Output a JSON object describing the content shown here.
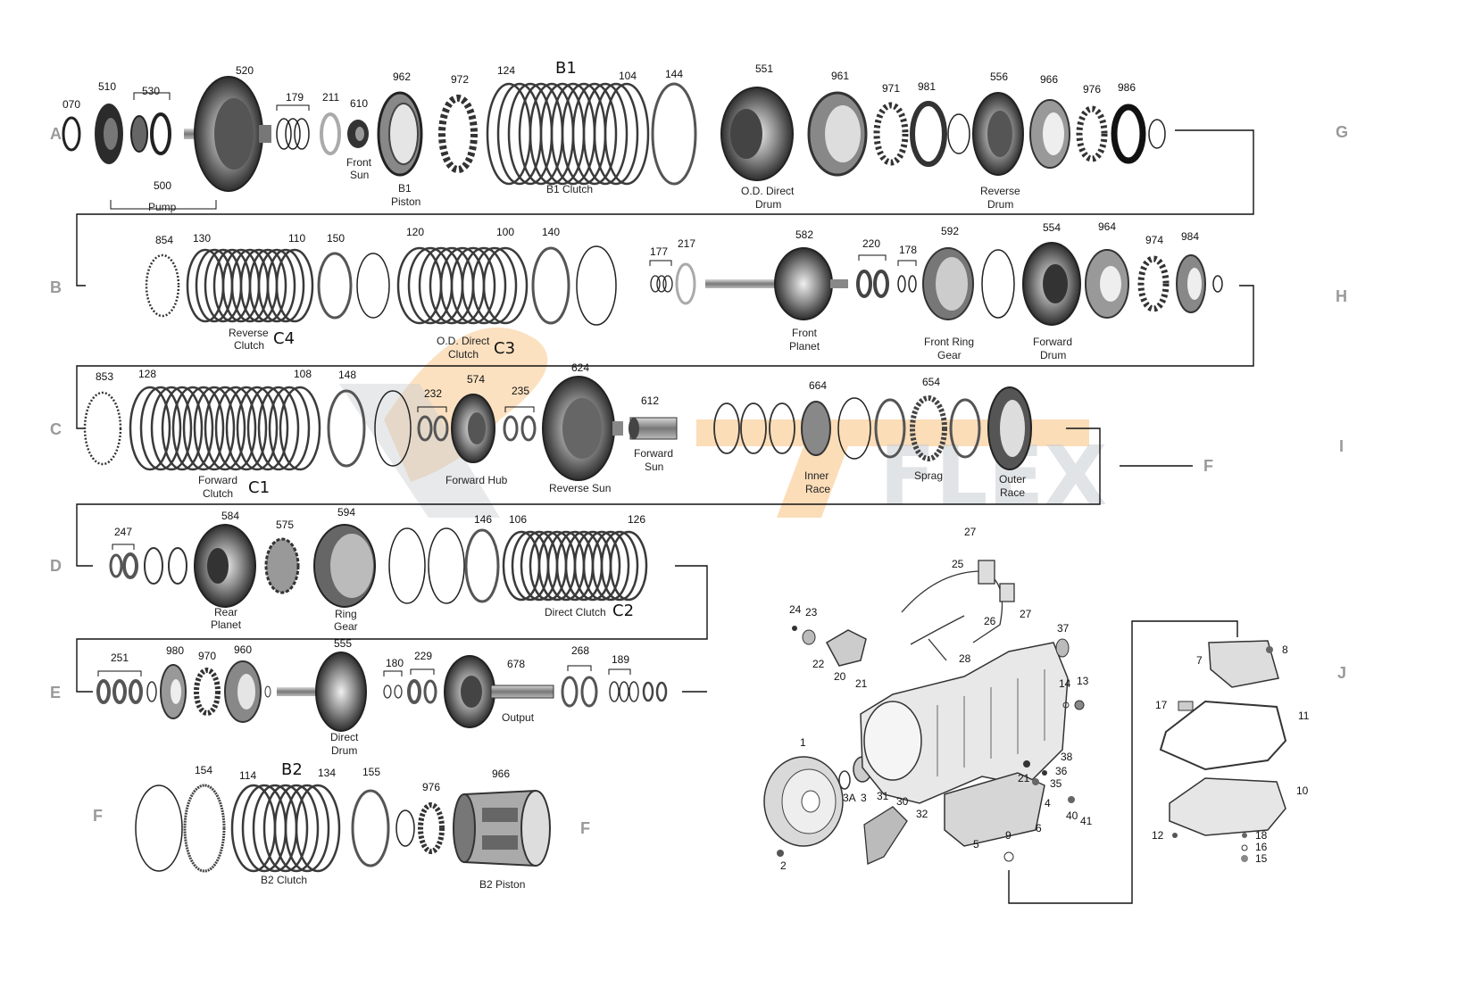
{
  "row_letters": {
    "A": "A",
    "B": "B",
    "C": "C",
    "D": "D",
    "E": "E",
    "F_left": "F",
    "F_right_bottom": "F",
    "F_side": "F",
    "G": "G",
    "H": "H",
    "I": "I",
    "J": "J"
  },
  "watermark": "FLEX",
  "numbers": {
    "n070": "070",
    "n510": "510",
    "n530": "530",
    "n520": "520",
    "n179": "179",
    "n211": "211",
    "n610": "610",
    "n962": "962",
    "n972": "972",
    "n124": "124",
    "n104": "104",
    "n144": "144",
    "n551": "551",
    "n961": "961",
    "n971": "971",
    "n981": "981",
    "n556": "556",
    "n966a": "966",
    "n976a": "976",
    "n986": "986",
    "n500": "500",
    "n854": "854",
    "n130": "130",
    "n110": "110",
    "n150": "150",
    "n120": "120",
    "n100": "100",
    "n140": "140",
    "n177": "177",
    "n217": "217",
    "n582": "582",
    "n220": "220",
    "n178": "178",
    "n592": "592",
    "n554": "554",
    "n964": "964",
    "n974": "974",
    "n984": "984",
    "n853": "853",
    "n128": "128",
    "n108": "108",
    "n148": "148",
    "n232": "232",
    "n574": "574",
    "n235": "235",
    "n624": "624",
    "n612": "612",
    "n664": "664",
    "n654": "654",
    "n247": "247",
    "n584": "584",
    "n575": "575",
    "n594": "594",
    "n146": "146",
    "n106": "106",
    "n126": "126",
    "n251": "251",
    "n980": "980",
    "n970": "970",
    "n960": "960",
    "n555": "555",
    "n180": "180",
    "n229": "229",
    "n678": "678",
    "n268": "268",
    "n189": "189",
    "n154": "154",
    "n114": "114",
    "n134": "134",
    "n155": "155",
    "n976b": "976",
    "n966b": "966",
    "c27a": "27",
    "c25": "25",
    "c24": "24",
    "c23": "23",
    "c22": "22",
    "c20": "20",
    "c21a": "21",
    "c28": "28",
    "c26": "26",
    "c27b": "27",
    "c37": "37",
    "c14": "14",
    "c13": "13",
    "c1": "1",
    "c3A": "3A",
    "c3": "3",
    "c31": "31",
    "c30": "30",
    "c32": "32",
    "c2": "2",
    "c38": "38",
    "c36": "36",
    "c21b": "21",
    "c35": "35",
    "c4": "4",
    "c40": "40",
    "c41": "41",
    "c5": "5",
    "c9": "9",
    "c6": "6",
    "c7": "7",
    "c8": "8",
    "c17": "17",
    "c11": "11",
    "c10": "10",
    "c12": "12",
    "c18": "18",
    "c16": "16",
    "c15": "15"
  },
  "labels": {
    "pump": "Pump",
    "front_sun_1": "Front",
    "front_sun_2": "Sun",
    "b1_piston_1": "B1",
    "b1_piston_2": "Piston",
    "b1_clutch": "B1 Clutch",
    "b1_big": "B1",
    "od_drum_1": "O.D. Direct",
    "od_drum_2": "Drum",
    "rev_drum_1": "Reverse",
    "rev_drum_2": "Drum",
    "rev_clutch_1": "Reverse",
    "rev_clutch_2": "Clutch",
    "c4": "C4",
    "od_clutch_1": "O.D. Direct",
    "od_clutch_2": "Clutch",
    "c3": "C3",
    "front_planet_1": "Front",
    "front_planet_2": "Planet",
    "front_ring_1": "Front Ring",
    "front_ring_2": "Gear",
    "fwd_drum_1": "Forward",
    "fwd_drum_2": "Drum",
    "fwd_clutch_1": "Forward",
    "fwd_clutch_2": "Clutch",
    "c1": "C1",
    "fwd_hub": "Forward Hub",
    "rev_sun": "Reverse Sun",
    "fwd_sun_1": "Forward",
    "fwd_sun_2": "Sun",
    "inner_race_1": "Inner",
    "inner_race_2": "Race",
    "sprag": "Sprag",
    "outer_race_1": "Outer",
    "outer_race_2": "Race",
    "rear_planet_1": "Rear",
    "rear_planet_2": "Planet",
    "ring_gear_1": "Ring",
    "ring_gear_2": "Gear",
    "direct_clutch": "Direct Clutch",
    "c2": "C2",
    "direct_drum_1": "Direct",
    "direct_drum_2": "Drum",
    "output": "Output",
    "b2_clutch": "B2 Clutch",
    "b2_big": "B2",
    "b2_piston": "B2 Piston"
  },
  "colors": {
    "line": "#111111",
    "part": "#4a4a4a",
    "part_light": "#9a9a9a",
    "row_letter": "#9a9a9a",
    "watermark_gray": "#c9ced3",
    "watermark_orange": "#f6a94d"
  }
}
